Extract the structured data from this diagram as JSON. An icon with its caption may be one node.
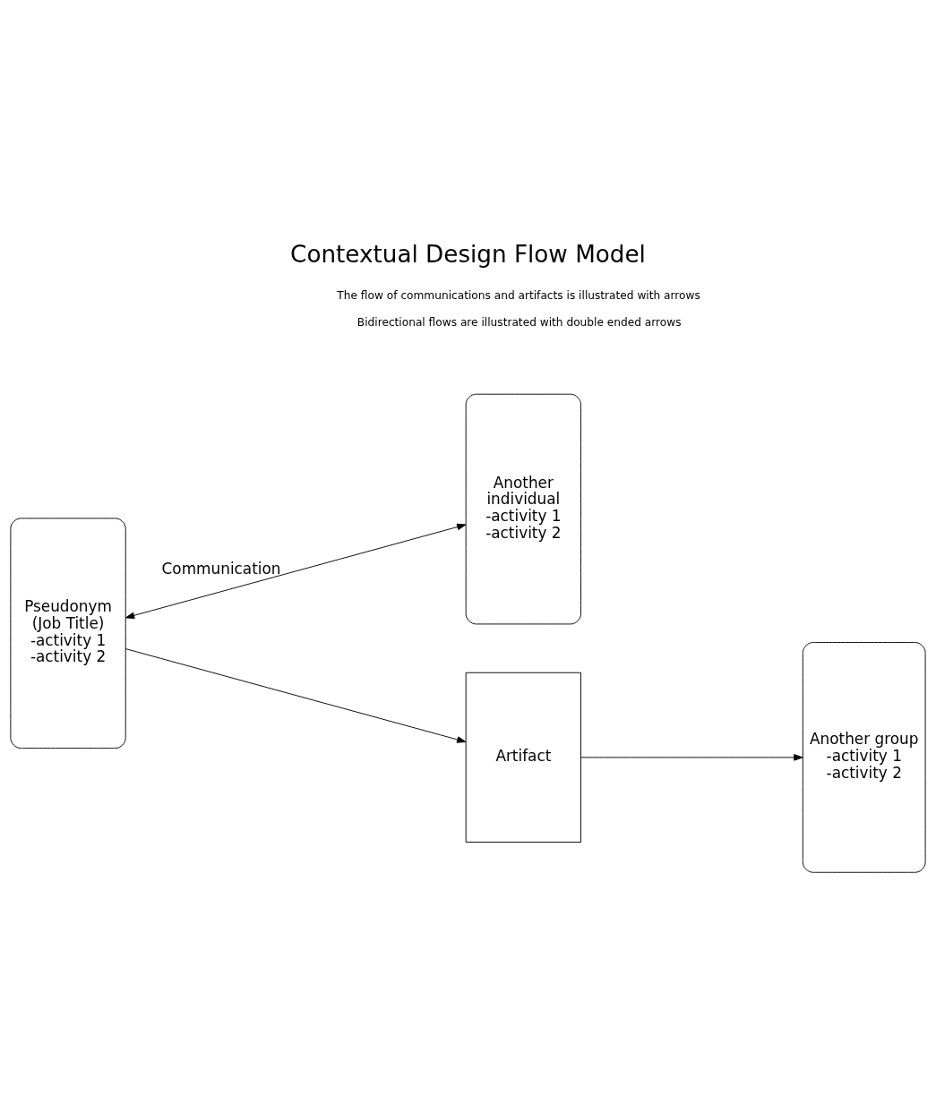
{
  "diagram": {
    "title": "Contextual Design Flow Model",
    "nodes": [
      {
        "text": [
          "Pseudonym (Job Title) -activity 1 -activity 2"
        ]
      },
      {
        "text": [
          "Another individual -activity 1 -activity 2"
        ]
      },
      {
        "text": [
          "Artifact"
        ]
      },
      {
        "text": [
          "Another group -activity 1 -activity 2"
        ]
      }
    ],
    "edges": [
      {
        "from": 0,
        "to": 1,
        "arrow": "both",
        "label": "Communication"
      },
      {
        "from": 0,
        "to": 2,
        "arrow": "to"
      },
      {
        "from": 2,
        "to": 3,
        "arrow": "to"
      }
    ],
    "legend": [
      {
        "text": "The flow of communications and artifacts is illustrated with arrows"
      },
      {
        "text": "Bidirectional flows are illustrated with double ended arrows"
      }
    ]
  }
}
